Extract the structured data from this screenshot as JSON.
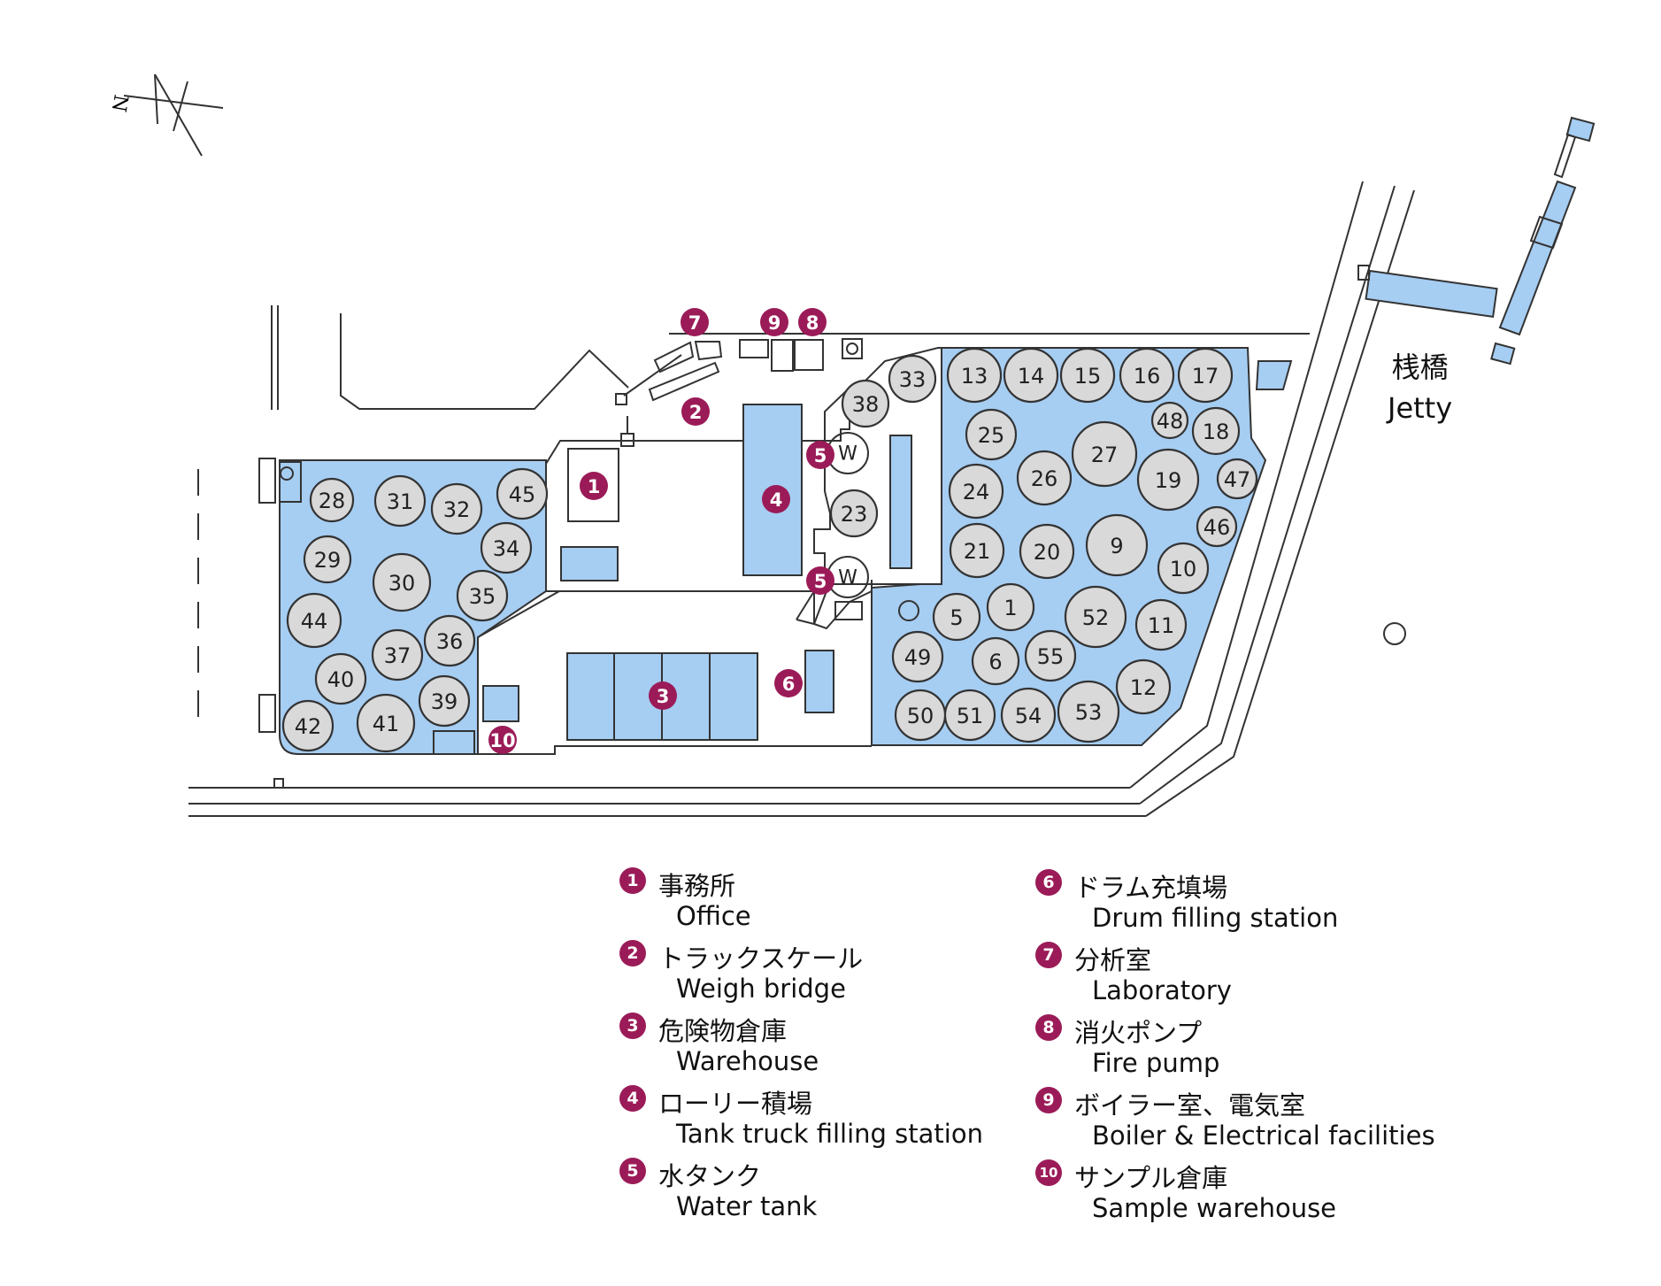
{
  "jetty": {
    "jp": "桟橋",
    "en": "Jetty"
  },
  "compass": {
    "label": "N"
  },
  "water_tank_label": "W",
  "colors": {
    "tank_fill": "#d9d9d9",
    "area_fill": "#a6cdf2",
    "badge": "#9b1b58"
  },
  "tanks": [
    {
      "id": "28",
      "label": "28"
    },
    {
      "id": "31",
      "label": "31"
    },
    {
      "id": "32",
      "label": "32"
    },
    {
      "id": "45",
      "label": "45"
    },
    {
      "id": "34",
      "label": "34"
    },
    {
      "id": "29",
      "label": "29"
    },
    {
      "id": "30",
      "label": "30"
    },
    {
      "id": "35",
      "label": "35"
    },
    {
      "id": "44",
      "label": "44"
    },
    {
      "id": "36",
      "label": "36"
    },
    {
      "id": "37",
      "label": "37"
    },
    {
      "id": "40",
      "label": "40"
    },
    {
      "id": "39",
      "label": "39"
    },
    {
      "id": "42",
      "label": "42"
    },
    {
      "id": "41",
      "label": "41"
    },
    {
      "id": "33",
      "label": "33"
    },
    {
      "id": "38",
      "label": "38"
    },
    {
      "id": "23",
      "label": "23"
    },
    {
      "id": "13",
      "label": "13"
    },
    {
      "id": "14",
      "label": "14"
    },
    {
      "id": "15",
      "label": "15"
    },
    {
      "id": "16",
      "label": "16"
    },
    {
      "id": "17",
      "label": "17"
    },
    {
      "id": "48",
      "label": "48"
    },
    {
      "id": "18",
      "label": "18"
    },
    {
      "id": "25",
      "label": "25"
    },
    {
      "id": "27",
      "label": "27"
    },
    {
      "id": "26",
      "label": "26"
    },
    {
      "id": "19",
      "label": "19"
    },
    {
      "id": "47",
      "label": "47"
    },
    {
      "id": "24",
      "label": "24"
    },
    {
      "id": "46",
      "label": "46"
    },
    {
      "id": "21",
      "label": "21"
    },
    {
      "id": "20",
      "label": "20"
    },
    {
      "id": "9",
      "label": "9"
    },
    {
      "id": "10",
      "label": "10"
    },
    {
      "id": "1",
      "label": "1"
    },
    {
      "id": "5",
      "label": "5"
    },
    {
      "id": "52",
      "label": "52"
    },
    {
      "id": "11",
      "label": "11"
    },
    {
      "id": "49",
      "label": "49"
    },
    {
      "id": "6",
      "label": "6"
    },
    {
      "id": "55",
      "label": "55"
    },
    {
      "id": "12",
      "label": "12"
    },
    {
      "id": "50",
      "label": "50"
    },
    {
      "id": "51",
      "label": "51"
    },
    {
      "id": "54",
      "label": "54"
    },
    {
      "id": "53",
      "label": "53"
    }
  ],
  "facility_markers": [
    {
      "id": "m1",
      "label": "1"
    },
    {
      "id": "m2",
      "label": "2"
    },
    {
      "id": "m3",
      "label": "3"
    },
    {
      "id": "m4",
      "label": "4"
    },
    {
      "id": "m5a",
      "label": "5"
    },
    {
      "id": "m5b",
      "label": "5"
    },
    {
      "id": "m6",
      "label": "6"
    },
    {
      "id": "m7",
      "label": "7"
    },
    {
      "id": "m8",
      "label": "8"
    },
    {
      "id": "m9",
      "label": "9"
    },
    {
      "id": "m10",
      "label": "10"
    }
  ],
  "legend": [
    {
      "num": "1",
      "jp": "事務所",
      "en": "Office"
    },
    {
      "num": "2",
      "jp": "トラックスケール",
      "en": "Weigh bridge"
    },
    {
      "num": "3",
      "jp": "危険物倉庫",
      "en": "Warehouse"
    },
    {
      "num": "4",
      "jp": "ローリー積場",
      "en": "Tank truck filling station"
    },
    {
      "num": "5",
      "jp": "水タンク",
      "en": "Water tank"
    },
    {
      "num": "6",
      "jp": "ドラム充填場",
      "en": "Drum filling station"
    },
    {
      "num": "7",
      "jp": "分析室",
      "en": "Laboratory"
    },
    {
      "num": "8",
      "jp": "消火ポンプ",
      "en": "Fire pump"
    },
    {
      "num": "9",
      "jp": "ボイラー室、電気室",
      "en": "Boiler & Electrical facilities"
    },
    {
      "num": "10",
      "jp": "サンプル倉庫",
      "en": "Sample warehouse"
    }
  ]
}
